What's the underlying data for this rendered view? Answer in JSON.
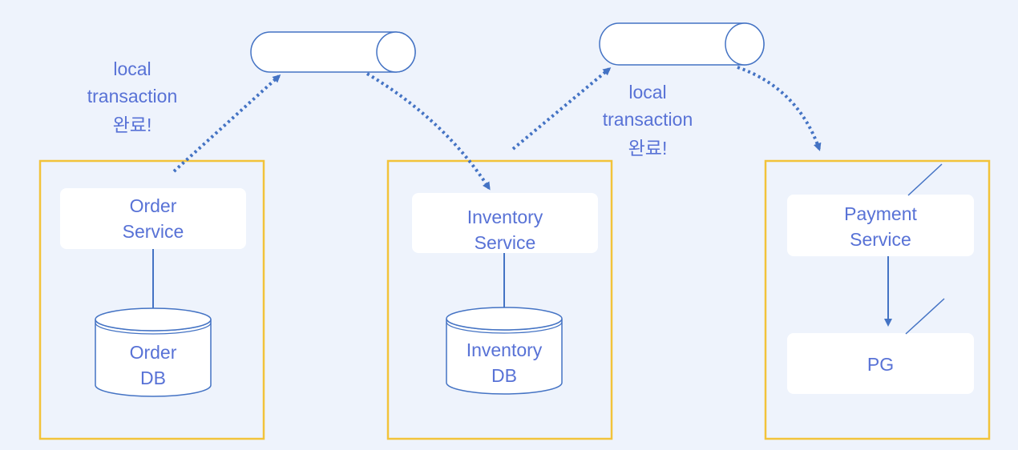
{
  "colors": {
    "background": "#eef3fc",
    "box_border": "#f2c33a",
    "arrow": "#4473c4",
    "text": "#5872d6",
    "shape_stroke": "#4473c4",
    "card_fill": "#ffffff"
  },
  "notes": {
    "left": {
      "line1": "local",
      "line2": "transaction",
      "line3": "완료!"
    },
    "right": {
      "line1": "local",
      "line2": "transaction",
      "line3": "완료!"
    }
  },
  "order": {
    "service_line1": "Order",
    "service_line2": "Service",
    "db_line1": "Order",
    "db_line2": "DB"
  },
  "inventory": {
    "service_line1": "Inventory",
    "service_line2": "Service",
    "db_line1": "Inventory",
    "db_line2": "DB"
  },
  "payment": {
    "service_line1": "Payment",
    "service_line2": "Service",
    "pg_label": "PG"
  }
}
